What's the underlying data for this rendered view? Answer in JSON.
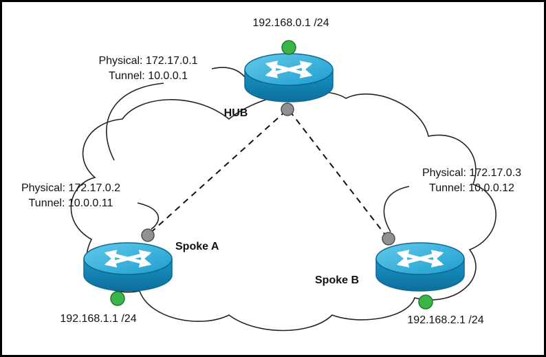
{
  "diagram": {
    "type": "network-topology",
    "nodes": {
      "hub": {
        "name": "HUB",
        "lan": "192.168.0.1 /24",
        "physical": "Physical: 172.17.0.1",
        "tunnel": "Tunnel: 10.0.0.1"
      },
      "spoke_a": {
        "name": "Spoke A",
        "lan": "192.168.1.1 /24",
        "physical": "Physical: 172.17.0.2",
        "tunnel": "Tunnel: 10.0.0.11"
      },
      "spoke_b": {
        "name": "Spoke B",
        "lan": "192.168.2.1 /24",
        "physical": "Physical: 172.17.0.3",
        "tunnel": "Tunnel: 10.0.0.12"
      }
    },
    "links": [
      {
        "from": "HUB",
        "to": "Spoke A",
        "style": "dashed"
      },
      {
        "from": "HUB",
        "to": "Spoke B",
        "style": "dashed"
      }
    ],
    "colors": {
      "router_top": "#2FAFDC",
      "router_side": "#1488BA",
      "lan_dot": "#3bb54a",
      "interface_dot": "#919191",
      "line": "#111111"
    }
  }
}
